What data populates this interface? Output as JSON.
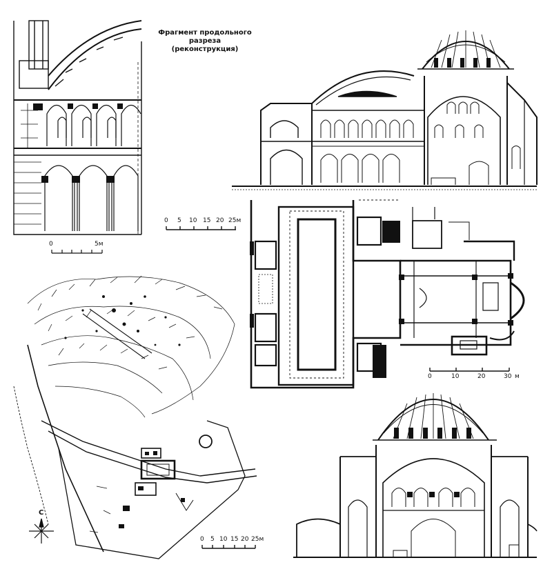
{
  "caption": {
    "line1": "Фрагмент продольного",
    "line2": "разреза",
    "line3": "(реконструкция)"
  },
  "scales": {
    "fragment": {
      "ticks": [
        "0",
        "5м"
      ]
    },
    "section": {
      "ticks": [
        "0",
        "5",
        "10",
        "15",
        "20",
        "25м"
      ]
    },
    "plan": {
      "ticks": [
        "0",
        "10",
        "20",
        "30",
        "м"
      ]
    },
    "site": {
      "ticks": [
        "0",
        "5",
        "10",
        "15",
        "20",
        "25м"
      ]
    }
  },
  "compass": {
    "north": "С"
  },
  "colors": {
    "ink": "#111111",
    "paper": "#ffffff"
  }
}
